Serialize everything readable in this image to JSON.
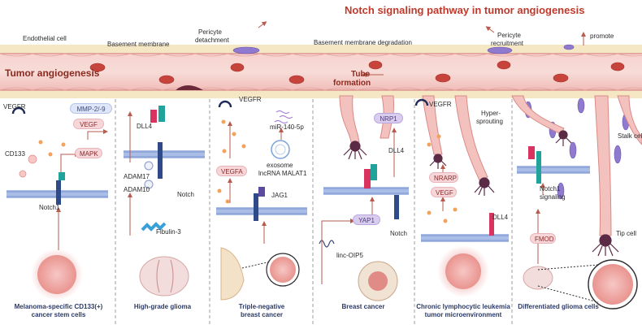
{
  "title": "Notch signaling pathway in tumor angiogenesis",
  "top_labels": {
    "endothelial_cell": "Endothelial cell",
    "basement_membrane": "Basement membrane",
    "pericyte_detachment_1": "Pericyte",
    "pericyte_detachment_2": "detachment",
    "bm_degradation": "Basement membrane degradation",
    "pericyte_recruitment_1": "Pericyte",
    "pericyte_recruitment_2": "recruitment",
    "promote": "promote",
    "tumor_angiogenesis": "Tumor angiogenesis",
    "tube_formation_1": "Tube",
    "tube_formation_2": "formation"
  },
  "panel1": {
    "vegfr": "VEGFR",
    "mmp": "MMP-2/-9",
    "vegf": "VEGF",
    "mapk": "MAPK",
    "cd133": "CD133",
    "notch1": "Notch1",
    "footer_1": "Melanoma-specific CD133(+)",
    "footer_2": "cancer stem cells"
  },
  "panel2": {
    "dll4": "DLL4",
    "adam17": "ADAM17",
    "adam10": "ADAM10",
    "notch": "Notch",
    "fibulin": "Fibulin-3",
    "footer_1": "High-grade glioma"
  },
  "panel3": {
    "vegfr": "VEGFR",
    "mir": "miR-140-5p",
    "vegfa": "VEGFA",
    "exosome": "exosome",
    "lncrna": "lncRNA MALAT1",
    "jag1": "JAG1",
    "footer_1": "Triple-negative",
    "footer_2": "breast cancer"
  },
  "panel4": {
    "nrp1": "NRP1",
    "dll4": "DLL4",
    "yap1": "YAP1",
    "notch": "Notch",
    "linc": "linc-OIP5",
    "footer_1": "Breast cancer"
  },
  "panel5": {
    "vegfr": "VEGFR",
    "hyper_1": "Hyper-",
    "hyper_2": "sprouting",
    "nrarp": "NRARP",
    "vegf": "VEGF",
    "dll4": "DLL4",
    "footer_1": "Chronic lymphocytic leukemia",
    "footer_2": "tumor microenvironment"
  },
  "panel6": {
    "stalk": "Stalk cell",
    "notch1_1": "Notch1",
    "notch1_2": "signaling",
    "fmod": "FMOD",
    "tip": "Tip cell",
    "footer_1": "Differentiated glioma cells"
  },
  "colors": {
    "vessel": "#f3c2bf",
    "vessel_dark": "#d98a86",
    "membrane": "#f5e6c4",
    "title": "#c0392b",
    "footer": "#2b3a67",
    "pericyte": "#8f7ad0"
  }
}
